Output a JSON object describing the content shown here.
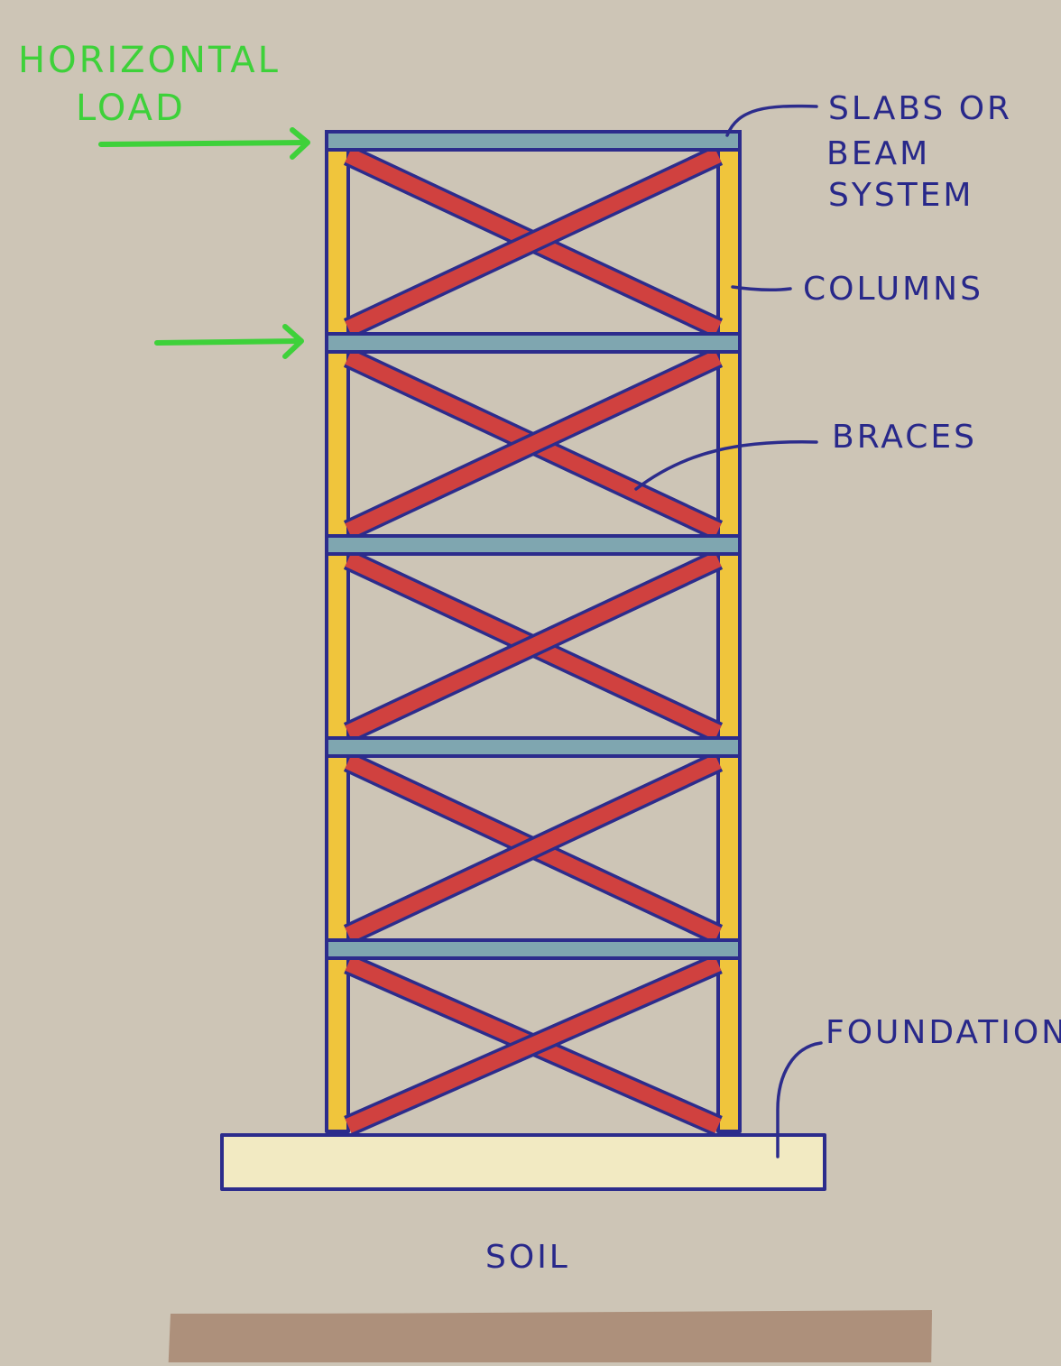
{
  "labels": {
    "horizontal_load_line1": "HORIZONTAL",
    "horizontal_load_line2": "LOAD",
    "slabs_line1": "SLABS OR",
    "slabs_line2": "BEAM",
    "slabs_line3": "SYSTEM",
    "columns": "COLUMNS",
    "braces": "BRACES",
    "foundation": "FOUNDATION",
    "soil": "SOIL"
  },
  "colors": {
    "background": "#cdc5b6",
    "outline": "#2c2c8c",
    "column_fill": "#f0c53c",
    "slab_fill": "#7fa6b0",
    "brace_fill": "#d0413f",
    "foundation_fill": "#f2eac2",
    "soil_fill": "#ad907b",
    "load_arrow": "#3ed13a"
  },
  "structure": {
    "stories": 5,
    "bracing": "X-bracing in every story",
    "load_arrows": 2
  }
}
